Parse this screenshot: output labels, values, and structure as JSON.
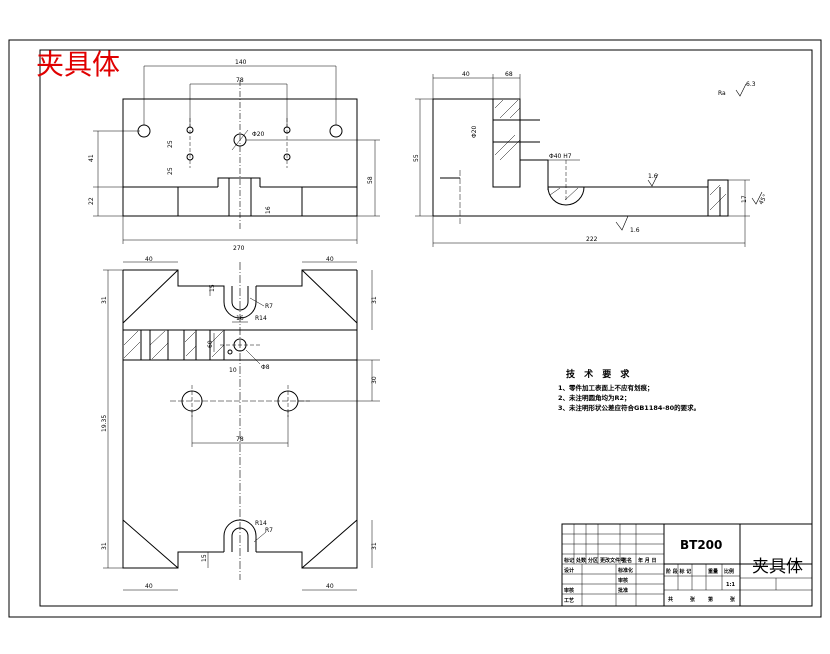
{
  "drawing": {
    "title_overlay": "夹具体",
    "top_view": {
      "dims": {
        "overall_inner": "140",
        "holes_spacing": "78",
        "hole_dia": "Φ20",
        "height_upper": "41",
        "height_lower": "22",
        "overall_height": "58",
        "small_left_a": "25",
        "small_left_b": "25",
        "slot_depth": "16",
        "overall_width": "270"
      }
    },
    "side_view": {
      "dims": {
        "left_width": "40",
        "second_width": "68",
        "height": "55",
        "bore": "Φ20",
        "counterbore": "Φ40 H7",
        "roughness_top": "1.6",
        "roughness_bottom": "1.6",
        "right_h": "17",
        "right_angle": "45°",
        "length": "222",
        "corner_note": "Ra",
        "corner_value": "6.3"
      }
    },
    "plan_view": {
      "dims": {
        "corner_top_left": "40",
        "corner_top_right": "40",
        "side_31_tl": "31",
        "side_31_tr": "31",
        "slot_r_top": "R7",
        "slot_R_top": "R14",
        "slot_width": "16",
        "slot_width_left": "15",
        "pin_offset": "60",
        "small_10": "10",
        "small_60b": "Φ8",
        "right_32": "30",
        "overall_length": "19.35",
        "hole_spacing": "78",
        "bottom_R7": "R7",
        "bottom_R14": "R14",
        "side_31_bl": "31",
        "side_31_br": "31",
        "small_15": "15",
        "corner_bottom_left": "40",
        "corner_bottom_right": "40"
      }
    },
    "tech_requirements": {
      "title": "技 术 要 求",
      "items": [
        "1、零件加工表面上不应有划痕；",
        "2、未注明圆角均为R2；",
        "3、未注明形状公差应符合GB1184-80的要求。"
      ]
    },
    "title_block": {
      "part_no": "BT200",
      "part_name": "夹具体",
      "scale": "1:1",
      "labels": {
        "mark": "标记",
        "count": "处数",
        "zone": "分区",
        "change_doc": "更改文件号",
        "sign": "签名",
        "date": "年 月 日",
        "design": "设计",
        "standardize": "标准化",
        "review": "审核",
        "process": "工艺",
        "check": "审核",
        "approve": "批准",
        "stage": "阶 段 标 记",
        "weight": "重量",
        "ratio": "比例",
        "sheets_total": "共",
        "sheets_unit": "张",
        "sheet_no": "第",
        "sheet_unit": "张"
      }
    }
  }
}
